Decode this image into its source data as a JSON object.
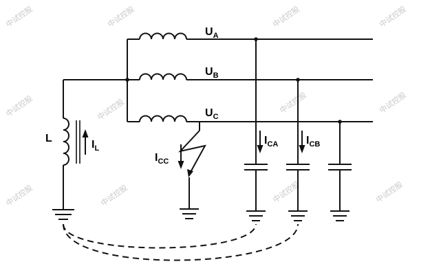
{
  "labels": {
    "ua": {
      "main": "U",
      "sub": "A"
    },
    "ub": {
      "main": "U",
      "sub": "B"
    },
    "uc": {
      "main": "U",
      "sub": "C"
    },
    "l": "L",
    "il": {
      "main": "I",
      "sub": "L"
    },
    "icc": {
      "main": "I",
      "sub": "CC"
    },
    "ica": {
      "main": "I",
      "sub": "CA"
    },
    "icb": {
      "main": "I",
      "sub": "CB"
    }
  },
  "watermark": "中试控股"
}
